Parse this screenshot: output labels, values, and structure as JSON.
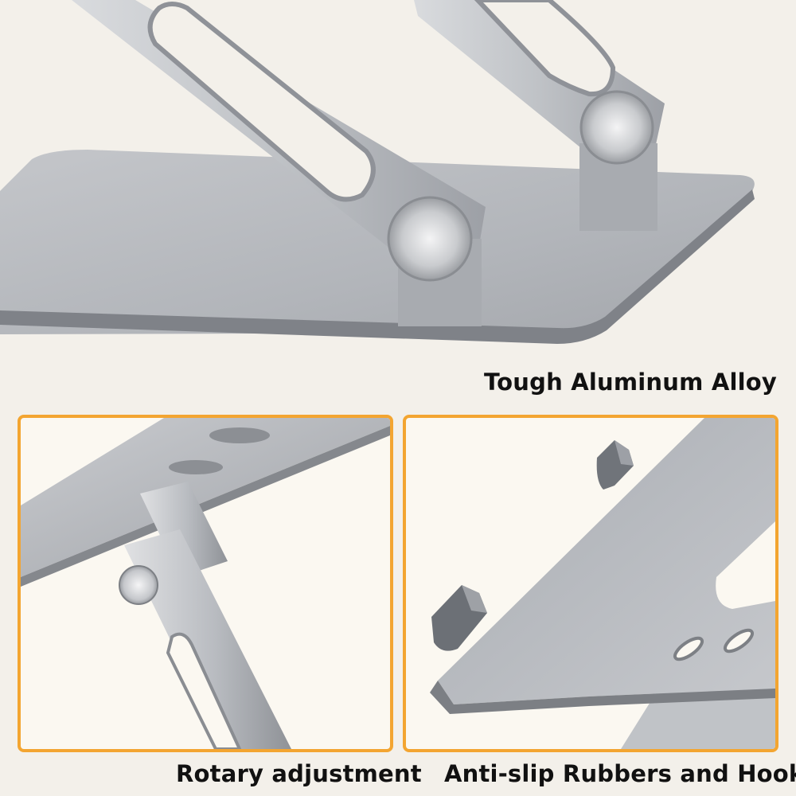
{
  "captions": {
    "top": "Tough Aluminum Alloy",
    "left": "Rotary adjustment",
    "right": "Anti-slip Rubbers and Hooks"
  },
  "colors": {
    "background": "#f3f0ea",
    "panel_border": "#f3a531",
    "aluminum": "#b9bcc2",
    "caption_text": "#111111"
  }
}
